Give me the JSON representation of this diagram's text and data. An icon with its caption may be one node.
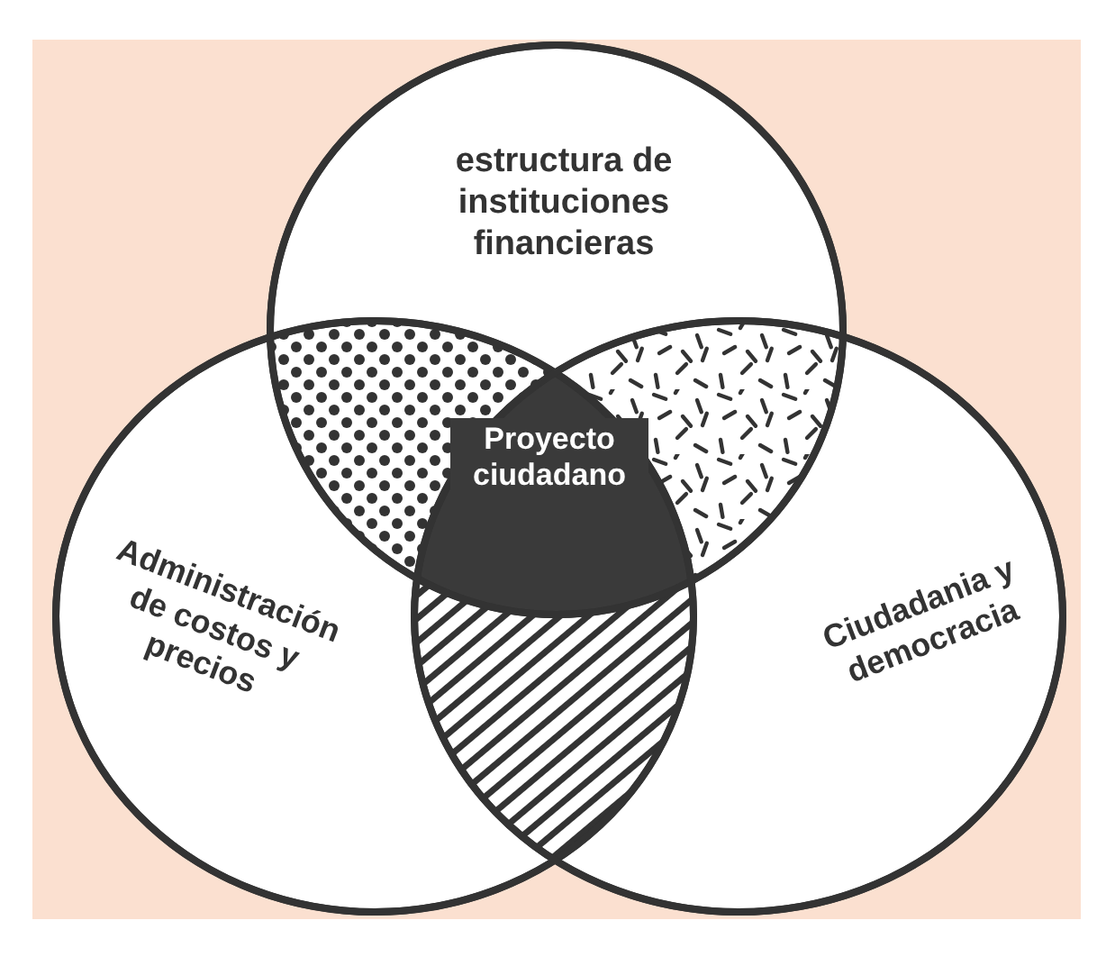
{
  "diagram": {
    "nodes": [
      {
        "text": [
          "estructura de instituciones financieras"
        ]
      },
      {
        "text": [
          "Administración de costos y precios"
        ]
      },
      {
        "text": [
          "Ciudadania y democracia"
        ]
      },
      {
        "text": [
          "Proyecto ciudadano"
        ]
      }
    ]
  }
}
